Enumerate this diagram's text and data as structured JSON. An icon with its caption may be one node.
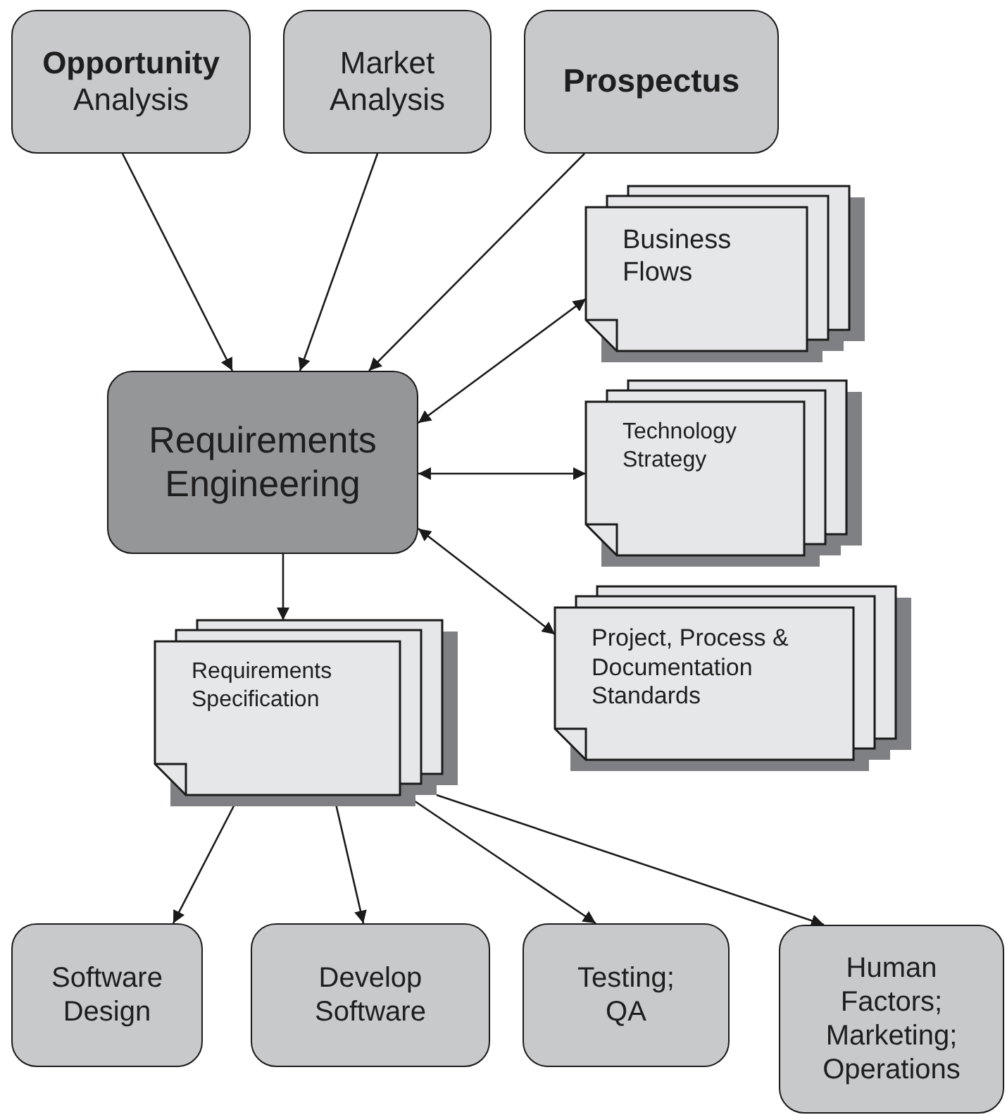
{
  "diagram": {
    "nodes": [
      {
        "text": [
          "**Opportunity** Analysis"
        ]
      },
      {
        "text": [
          "Market Analysis"
        ]
      },
      {
        "text": [
          "Prospectus"
        ]
      },
      {
        "text": [
          "Business Flows"
        ]
      },
      {
        "text": [
          "Requirements Engineering"
        ]
      },
      {
        "text": [
          "Technology Strategy"
        ]
      },
      {
        "text": [
          "Project, Process & Documentation Standards"
        ]
      },
      {
        "text": [
          "Requirements Specification"
        ]
      },
      {
        "text": [
          "Software Design"
        ]
      },
      {
        "text": [
          "Develop Software"
        ]
      },
      {
        "text": [
          "Testing; QA"
        ]
      },
      {
        "text": [
          "Human Factors; Marketing; Operations"
        ]
      }
    ],
    "edges": [
      {
        "from": 0,
        "to": 4,
        "arrow": "to"
      },
      {
        "from": 1,
        "to": 4,
        "arrow": "to"
      },
      {
        "from": 2,
        "to": 4,
        "arrow": "to"
      },
      {
        "from": 4,
        "to": 3,
        "arrow": "both"
      },
      {
        "from": 4,
        "to": 5,
        "arrow": "both"
      },
      {
        "from": 4,
        "to": 6,
        "arrow": "both"
      },
      {
        "from": 4,
        "to": 7,
        "arrow": "to"
      },
      {
        "from": 7,
        "to": 8,
        "arrow": "to"
      },
      {
        "from": 7,
        "to": 9,
        "arrow": "to"
      },
      {
        "from": 7,
        "to": 10,
        "arrow": "to"
      },
      {
        "from": 7,
        "to": 11,
        "arrow": "to"
      }
    ]
  }
}
